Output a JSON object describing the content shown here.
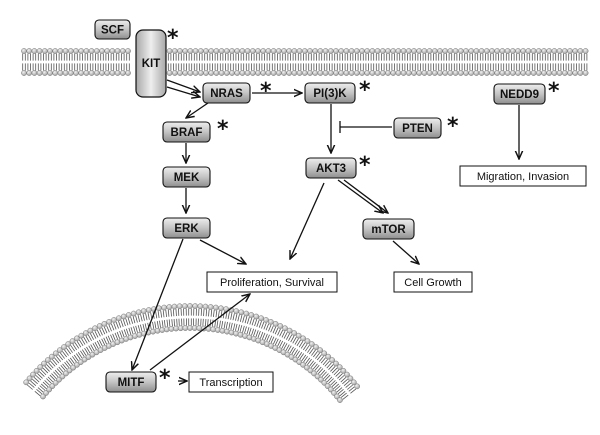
{
  "nodes": {
    "scf": "SCF",
    "kit": "KIT",
    "nras": "NRAS",
    "pi3k": "PI(3)K",
    "nedd9": "NEDD9",
    "pten": "PTEN",
    "braf": "BRAF",
    "mek": "MEK",
    "akt3": "AKT3",
    "erk": "ERK",
    "mtor": "mTOR",
    "mitf": "MITF"
  },
  "outcomes": {
    "migration": "Migration, Invasion",
    "proliferation": "Proliferation, Survival",
    "cell_growth": "Cell Growth",
    "transcription": "Transcription"
  },
  "mutation_marker": "*",
  "colors": {
    "node_fill_top": "#e6e6e6",
    "node_fill_bottom": "#9a9a9a",
    "membrane_head": "#bdbdbd",
    "line": "#111111"
  }
}
